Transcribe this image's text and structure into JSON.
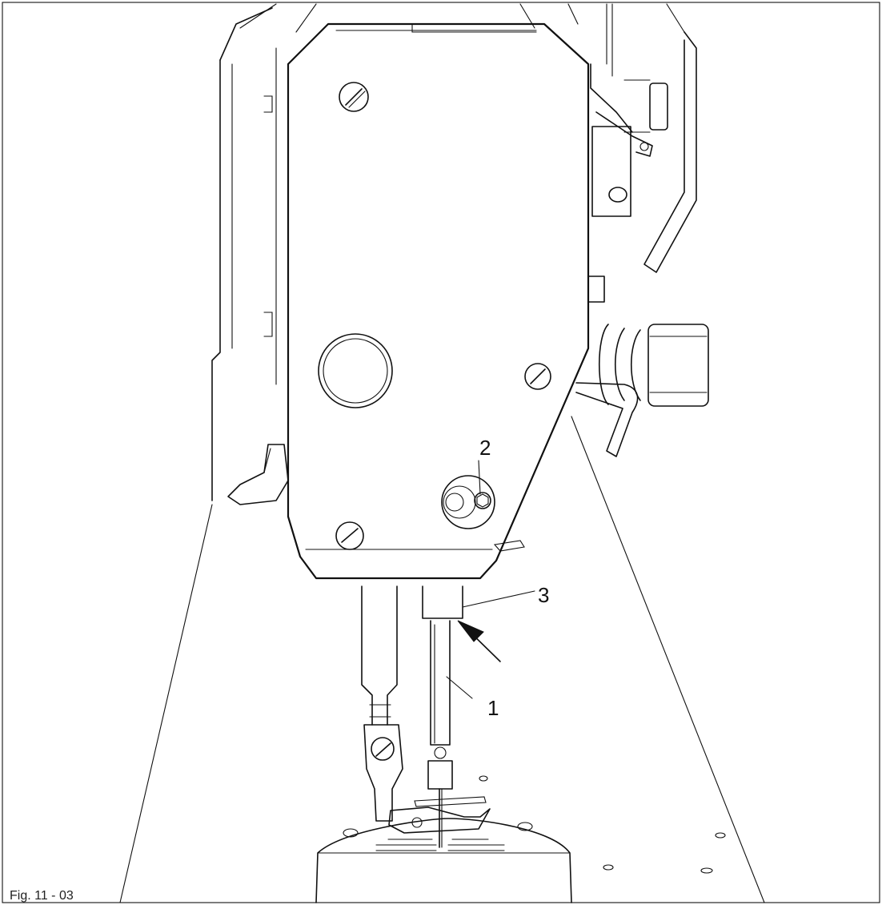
{
  "figure": {
    "caption": "Fig. 11 - 03",
    "callouts": {
      "one": "1",
      "two": "2",
      "three": "3"
    }
  }
}
